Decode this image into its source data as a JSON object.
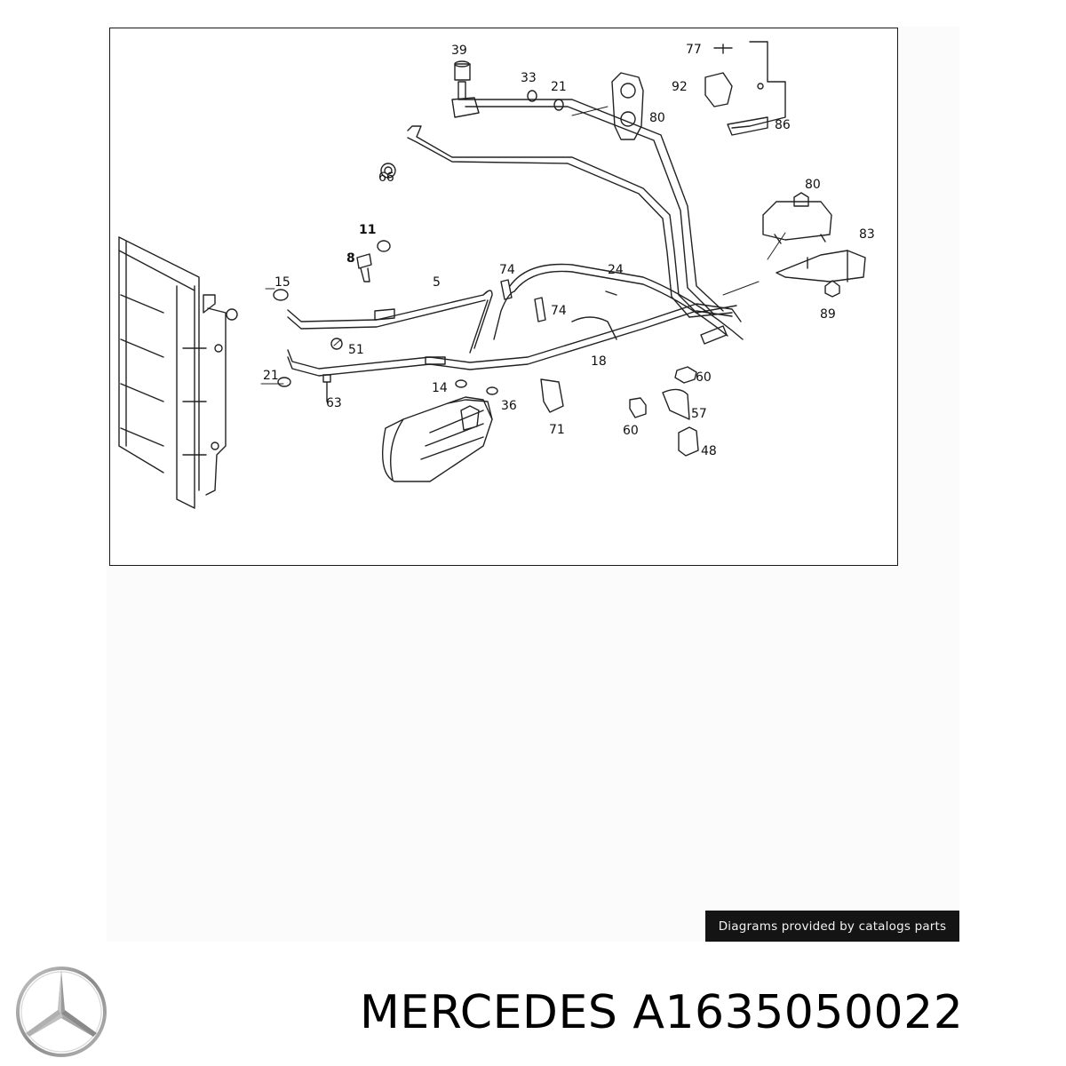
{
  "diagram": {
    "labels": [
      {
        "id": "39",
        "text": "39"
      },
      {
        "id": "33",
        "text": "33"
      },
      {
        "id": "21a",
        "text": "21"
      },
      {
        "id": "80a",
        "text": "80"
      },
      {
        "id": "77",
        "text": "77"
      },
      {
        "id": "92",
        "text": "92"
      },
      {
        "id": "86",
        "text": "86"
      },
      {
        "id": "66",
        "text": "66"
      },
      {
        "id": "80b",
        "text": "80"
      },
      {
        "id": "83",
        "text": "83"
      },
      {
        "id": "89",
        "text": "89"
      },
      {
        "id": "11",
        "text": "11"
      },
      {
        "id": "8",
        "text": "8"
      },
      {
        "id": "15",
        "text": "15"
      },
      {
        "id": "5",
        "text": "5"
      },
      {
        "id": "74a",
        "text": "74"
      },
      {
        "id": "24",
        "text": "24"
      },
      {
        "id": "74b",
        "text": "74"
      },
      {
        "id": "51",
        "text": "51"
      },
      {
        "id": "18",
        "text": "18"
      },
      {
        "id": "60a",
        "text": "60"
      },
      {
        "id": "21b",
        "text": "21"
      },
      {
        "id": "14",
        "text": "14"
      },
      {
        "id": "36",
        "text": "36"
      },
      {
        "id": "63",
        "text": "63"
      },
      {
        "id": "57",
        "text": "57"
      },
      {
        "id": "60b",
        "text": "60"
      },
      {
        "id": "71",
        "text": "71"
      },
      {
        "id": "48",
        "text": "48"
      }
    ]
  },
  "credit": "Diagrams provided by catalogs parts",
  "brand": "MERCEDES",
  "part_number": "A1635050022",
  "brand_logo_icon": "mercedes-star-icon"
}
